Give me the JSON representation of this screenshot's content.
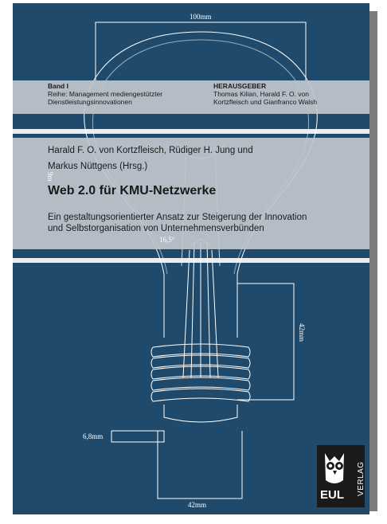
{
  "series": {
    "band_label": "Band I",
    "series_line1": "Reihe: Management mediengestützter",
    "series_line2": "Dienstleistungsinnovationen"
  },
  "editors": {
    "heading": "HERAUSGEBER",
    "line1": "Thomas Kilian, Harald F. O. von",
    "line2": "Kortzfleisch und Gianfranco Walsh"
  },
  "authors": {
    "line1": "Harald F. O. von Kortzfleisch, Rüdiger H. Jung und",
    "line2": "Markus Nüttgens (Hrsg.)"
  },
  "title": "Web 2.0 für KMU-Netzwerke",
  "subtitle": {
    "line1": "Ein gestaltungsorientierter Ansatz zur Steigerung der Innovation",
    "line2": "und Selbstorganisation von Unternehmensverbünden"
  },
  "measurements": {
    "top_width": "100mm",
    "neck_partial": "9m",
    "angle": "16,5°",
    "height": "42mm",
    "thread": "6,8mm",
    "bottom_width": "42mm"
  },
  "publisher": {
    "logo_text": "EUL",
    "logo_vertical": "VERLAG"
  },
  "colors": {
    "cover_blue": "#1f4a6b",
    "band_gray": "#bfc6ce",
    "line_white": "#ffffff"
  }
}
